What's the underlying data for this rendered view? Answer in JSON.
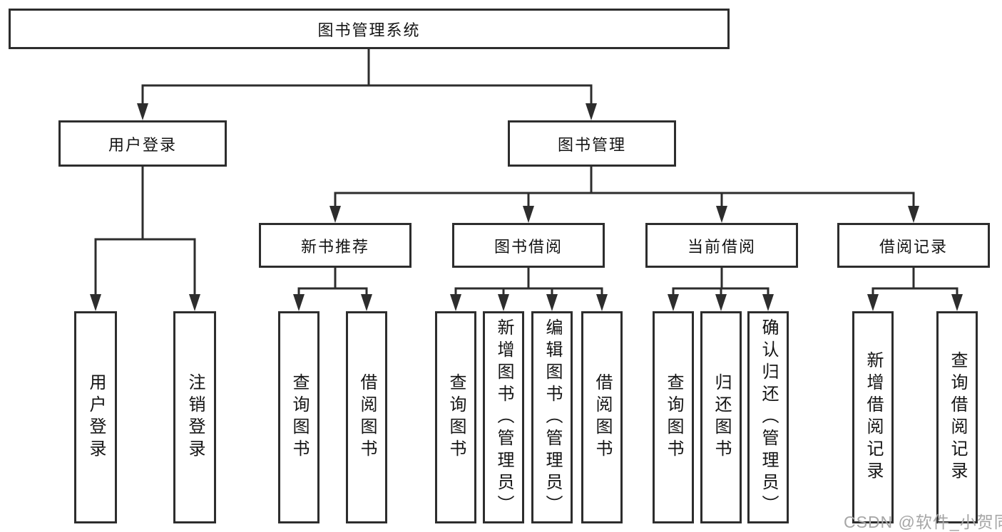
{
  "colors": {
    "background": "#ffffff",
    "line": "#2d2d2d",
    "box_border": "#2d2d2d",
    "box_fill": "#ffffff",
    "text": "#141414",
    "watermark": "#a6a6a6"
  },
  "tree": {
    "root": "图书管理系统",
    "children": [
      {
        "label": "用户登录",
        "children": [
          {
            "label": "用户登录"
          },
          {
            "label": "注销登录"
          }
        ]
      },
      {
        "label": "图书管理",
        "children": [
          {
            "label": "新书推荐",
            "children": [
              {
                "label": "查询图书"
              },
              {
                "label": "借阅图书"
              }
            ]
          },
          {
            "label": "图书借阅",
            "children": [
              {
                "label": "查询图书"
              },
              {
                "label": "新增图书（管理员）"
              },
              {
                "label": "编辑图书（管理员）"
              },
              {
                "label": "借阅图书"
              }
            ]
          },
          {
            "label": "当前借阅",
            "children": [
              {
                "label": "查询图书"
              },
              {
                "label": "归还图书"
              },
              {
                "label": "确认归还（管理员）"
              }
            ]
          },
          {
            "label": "借阅记录",
            "children": [
              {
                "label": "新增借阅记录"
              },
              {
                "label": "查询借阅记录"
              }
            ]
          }
        ]
      }
    ]
  },
  "watermark": {
    "text": "CSDN @软件_小贺同学"
  }
}
